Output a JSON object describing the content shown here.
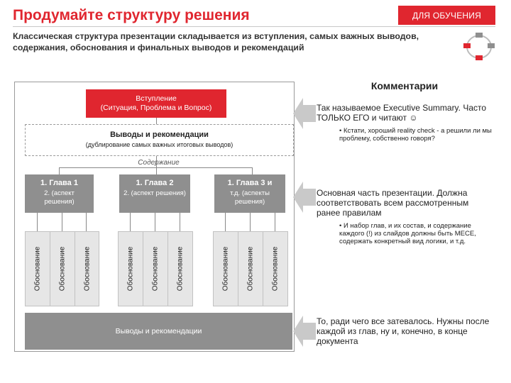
{
  "header": {
    "title": "Продумайте структуру решения",
    "badge": "ДЛЯ ОБУЧЕНИЯ",
    "subtitle": "Классическая структура презентации складывается из вступления, самых важных выводов, содержания, обоснования и финальных выводов и рекомендаций"
  },
  "diagram": {
    "intro": {
      "line1": "Вступление",
      "line2": "(Ситуация, Проблема и Вопрос)"
    },
    "top_conclusions": {
      "title": "Выводы и рекомендации",
      "subtitle": "(дублирование самых важных итоговых выводов)"
    },
    "content_label": "Содержание",
    "chapters": [
      {
        "title": "1.  Глава 1",
        "subtitle": "2.  (аспект решения)"
      },
      {
        "title": "1.  Глава 2",
        "subtitle": "2.  (аспект решения)"
      },
      {
        "title": "1.  Глава 3 и",
        "subtitle": "т.д. (аспекты решения)"
      }
    ],
    "evidence_label": "Обоснование",
    "bottom_conclusions": "Выводы и рекомендации"
  },
  "comments": {
    "heading": "Комментарии",
    "c1": {
      "text": "Так называемое Executive Summary. Часто ТОЛЬКО ЕГО и читают ☺",
      "bullet": "•  Кстати, хороший reality check - а решили ли мы проблему, собственно говоря?"
    },
    "c2": {
      "text": "Основная часть презентации. Должна соответствовать всем рассмотренным ранее правилам",
      "bullet": "•  И набор глав, и их состав, и содержание каждого (!) из слайдов должны быть MECE, содержать конкретный вид логики, и т.д."
    },
    "c3": {
      "text": "То, ради чего все затевалось. Нужны после каждой из глав, ну и, конечно, в конце документа"
    }
  },
  "colors": {
    "accent": "#e0262f",
    "chapter": "#8f8f8f",
    "evidence": "#e6e6e6",
    "arrow": "#c9c9c9"
  }
}
